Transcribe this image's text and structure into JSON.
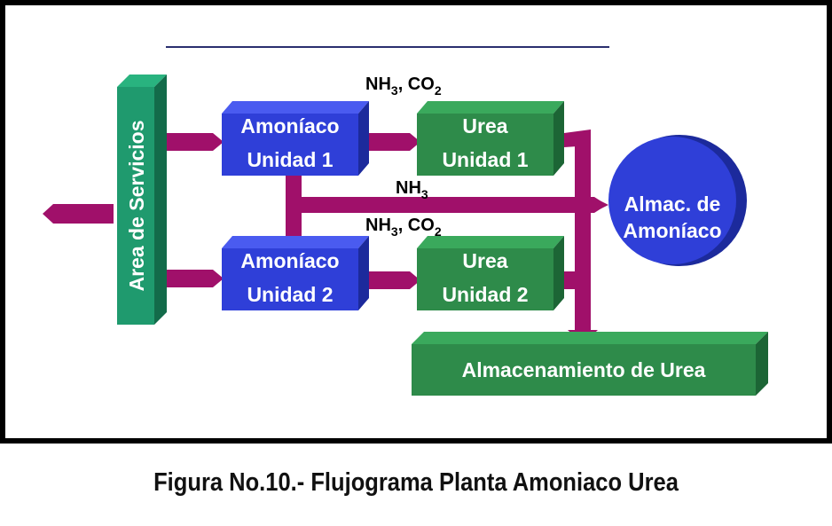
{
  "caption": "Figura No.10.- Flujograma Planta Amoniaco Urea",
  "colors": {
    "blue_box": "#2f3fd8",
    "green_box": "#2e8b4a",
    "teal_bar": "#1f9a6e",
    "arrow": "#a0106a",
    "storage_circle": "#2f3fd8",
    "label_text": "#ffffff",
    "flow_label": "#000000"
  },
  "nodes": {
    "servicios": "Area de Servicios",
    "amoniaco1": {
      "line1": "Amoníaco",
      "line2": "Unidad 1"
    },
    "amoniaco2": {
      "line1": "Amoníaco",
      "line2": "Unidad 2"
    },
    "urea1": {
      "line1": "Urea",
      "line2": "Unidad 1"
    },
    "urea2": {
      "line1": "Urea",
      "line2": "Unidad 2"
    },
    "almac_amoniaco": {
      "line1": "Almac. de",
      "line2": "Amoníaco"
    },
    "almac_urea": "Almacenamiento de Urea"
  },
  "flow_labels": {
    "top": {
      "nh": "NH",
      "sub3": "3",
      "comma_co": ", CO",
      "sub2": "2"
    },
    "middle": {
      "nh": "NH",
      "sub3": "3"
    },
    "lower": {
      "nh": "NH",
      "sub3": "3",
      "comma_co": ", CO",
      "sub2": "2"
    }
  }
}
